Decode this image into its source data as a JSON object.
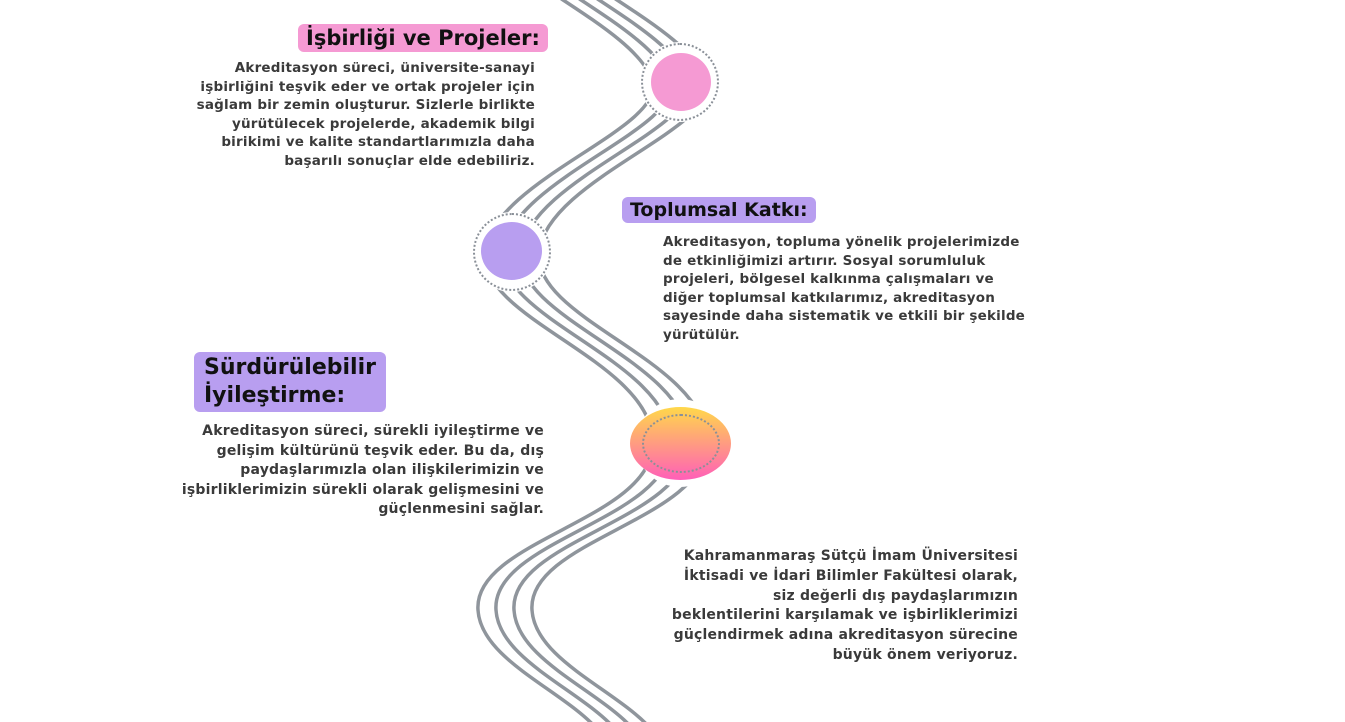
{
  "colors": {
    "pink": "#f59ad3",
    "purple": "#b89ef0",
    "road": "#8f959c",
    "gradient_top": "#ffd84a",
    "gradient_bottom": "#ff5fb8"
  },
  "sections": [
    {
      "title": "İşbirliği ve Projeler:",
      "body": "Akreditasyon süreci, üniversite-sanayi işbirliğini teşvik eder ve ortak projeler için sağlam bir zemin oluşturur. Sizlerle birlikte yürütülecek projelerde, akademik bilgi birikimi ve kalite standartlarımızla daha başarılı sonuçlar elde edebiliriz."
    },
    {
      "title": "Toplumsal Katkı:",
      "body": "Akreditasyon, topluma yönelik projelerimizde de etkinliğimizi artırır. Sosyal sorumluluk projeleri, bölgesel kalkınma çalışmaları ve diğer toplumsal katkılarımız, akreditasyon sayesinde daha sistematik ve etkili bir şekilde yürütülür."
    },
    {
      "title_line1": "Sürdürülebilir",
      "title_line2": "İyileştirme:",
      "body": "Akreditasyon süreci, sürekli iyileştirme ve gelişim kültürünü teşvik eder. Bu da, dış paydaşlarımızla olan ilişkilerimizin ve işbirliklerimizin sürekli olarak gelişmesini ve güçlenmesini sağlar."
    },
    {
      "body": "Kahramanmaraş Sütçü İmam Üniversitesi İktisadi ve İdari Bilimler Fakültesi olarak, siz değerli dış paydaşlarımızın beklentilerini karşılamak ve işbirliklerimizi güçlendirmek adına akreditasyon sürecine büyük önem veriyoruz."
    }
  ]
}
